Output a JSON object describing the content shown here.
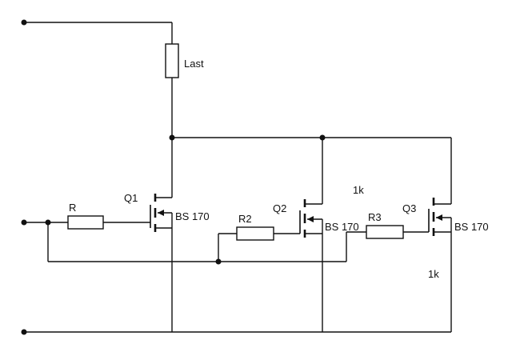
{
  "labels": {
    "load": "Last",
    "r_in": "R",
    "r2": "R2",
    "r3": "R3",
    "q1": "Q1",
    "q2": "Q2",
    "q3": "Q3",
    "q1_type": "BS 170",
    "q2_type": "BS 170",
    "q3_type": "BS 170",
    "value_upper": "1k",
    "value_lower": "1k"
  }
}
